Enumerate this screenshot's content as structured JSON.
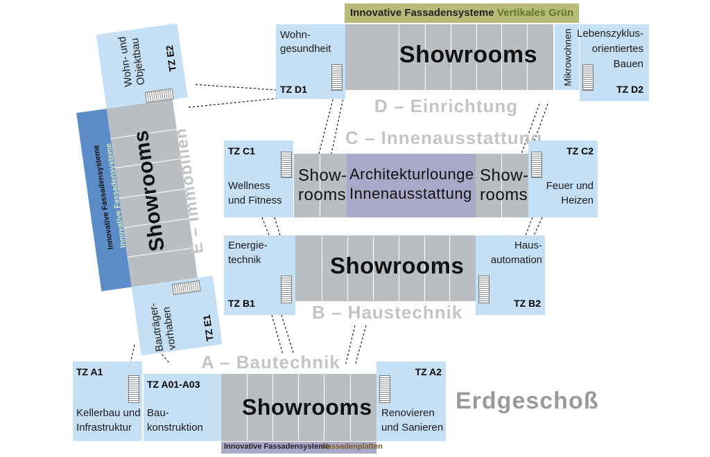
{
  "floor_title": "Erdgeschoß",
  "areas": {
    "a": "A – Bautechnik",
    "b": "B – Haustechnik",
    "c": "C – Innenausstattung",
    "d": "D – Einrichtung",
    "e": "E – Immobilien"
  },
  "showrooms": {
    "big": "Showrooms",
    "small_top": "Show-",
    "small_bottom": "rooms"
  },
  "lounge": {
    "line1": "Architekturlounge",
    "line2": "Innenausstattung"
  },
  "banners": {
    "top_primary": "Innovative Fassadensysteme",
    "top_secondary": "Vertikales Grün",
    "bottom_primary": "Innovative Fassadensysteme",
    "bottom_secondary": "Fassadenplatten",
    "side_a": "Innovative Fassadensysteme",
    "side_b": "Innovative Fassadensysteme"
  },
  "zones": {
    "d1": {
      "code": "TZ D1",
      "line1": "Wohn-",
      "line2": "gesundheit"
    },
    "d2": {
      "code": "TZ D2",
      "line1": "Lebenszyklus-",
      "line2": "orientiertes",
      "line3": "Bauen"
    },
    "mikro": {
      "label": "Mikrowohnen"
    },
    "c1": {
      "code": "TZ C1",
      "line1": "Wellness",
      "line2": "und Fitness"
    },
    "c2": {
      "code": "TZ C2",
      "line1": "Feuer und",
      "line2": "Heizen"
    },
    "b1": {
      "code": "TZ B1",
      "line1": "Energie-",
      "line2": "technik"
    },
    "b2": {
      "code": "TZ B2",
      "line1": "Haus-",
      "line2": "automation"
    },
    "a1": {
      "code": "TZ A1",
      "line1": "Kellerbau und",
      "line2": "Infrastruktur"
    },
    "a01": {
      "code": "TZ A01-A03",
      "line1": "Bau-",
      "line2": "konstruktion"
    },
    "a2": {
      "code": "TZ A2",
      "line1": "Renovieren",
      "line2": "und Sanieren"
    },
    "e1": {
      "code": "TZ E1",
      "line1": "Bauträger-",
      "line2": "vorhaben"
    },
    "e2": {
      "code": "TZ E2",
      "line1": "Wohn- und",
      "line2": "Objektbau"
    }
  },
  "colors": {
    "zone_blue": "#c5e0f4",
    "showroom_grey": "#b9bec3",
    "lounge_violet": "#aaa8c8",
    "banner_olive": "#b9b978",
    "banner_side_blue": "#5b8cc8",
    "area_label_grey": "#c4c4c4"
  }
}
